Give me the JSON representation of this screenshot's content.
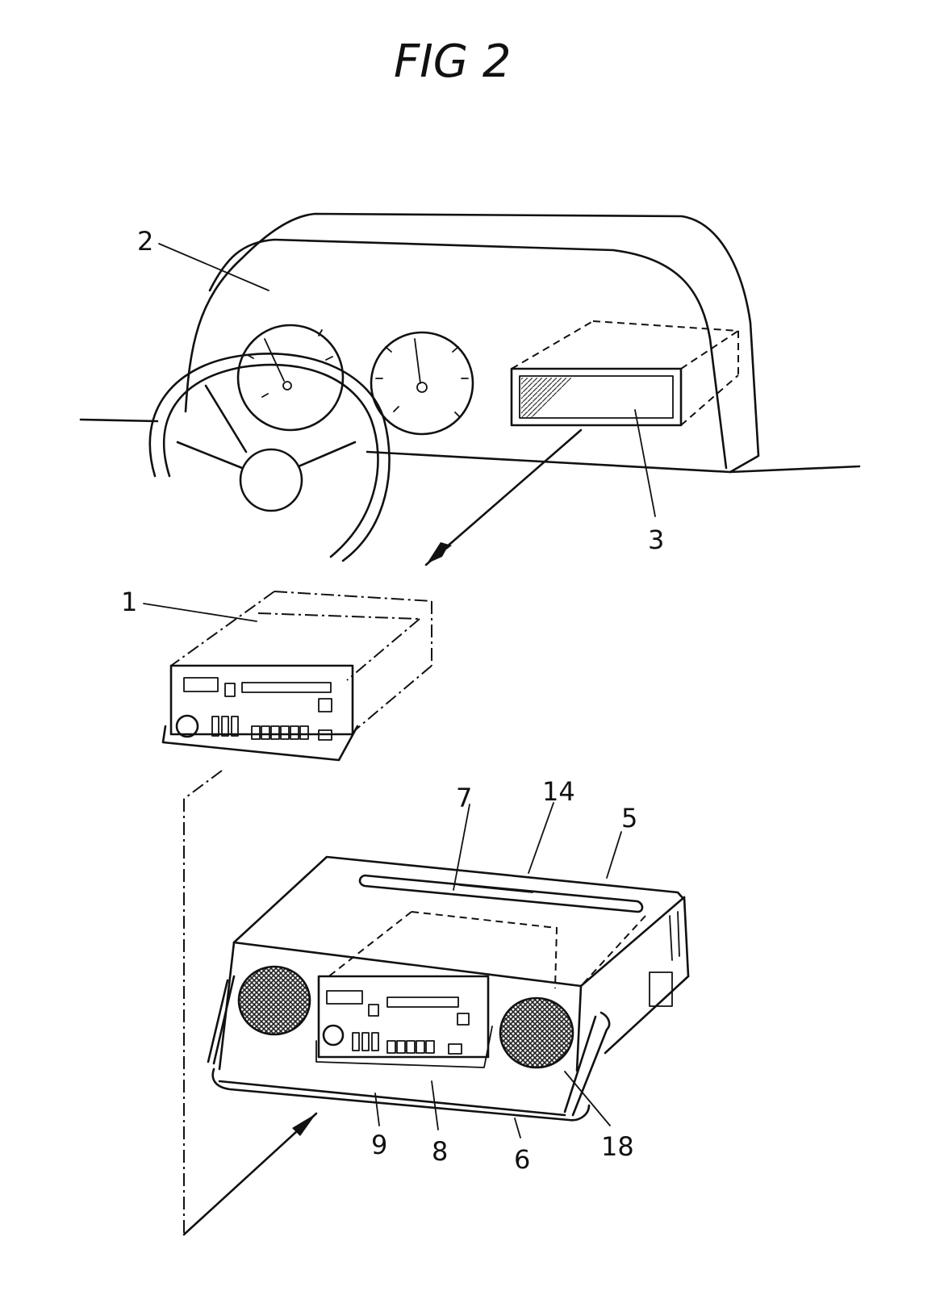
{
  "figure": {
    "title": "FIG 2",
    "reference_numerals": {
      "dashboard": "2",
      "mount_opening": "3",
      "radio_unit": "1",
      "portable_housing_slot": "7",
      "antenna": "14",
      "housing_top": "5",
      "speaker": "18",
      "handle_base": "9",
      "front_frame": "8",
      "housing_bottom": "6"
    }
  }
}
